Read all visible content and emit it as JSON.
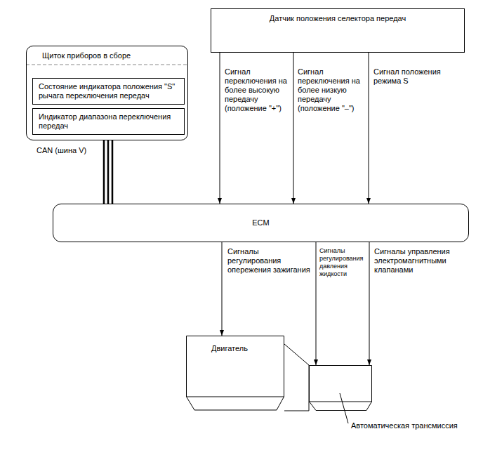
{
  "diagram": {
    "nodes": [
      {
        "text": [
          "Датчик положения селектора передач"
        ]
      },
      {
        "text": [
          "Щиток приборов в сборе"
        ]
      },
      {
        "text": [
          "Состояние индикатора положения \"S\" рычага переключения передач"
        ],
        "in": 1
      },
      {
        "text": [
          "Индикатор диапазона переключения передач"
        ],
        "in": 1
      },
      {
        "text": [
          "ECM"
        ]
      },
      {
        "text": [
          "Двигатель"
        ]
      },
      {
        "text": [
          "Автоматическая трансмиссия"
        ]
      }
    ],
    "edges": [
      {
        "from": 0,
        "to": 4,
        "arrow": "to",
        "label": "Сигнал переключения на более высокую передачу (положение \"+\")"
      },
      {
        "from": 0,
        "to": 4,
        "arrow": "to",
        "label": "Сигнал переключения на более низкую передачу (положение \"–\")"
      },
      {
        "from": 0,
        "to": 4,
        "arrow": "to",
        "label": "Сигнал положения режима S"
      },
      {
        "from": 1,
        "to": 4,
        "arrow": "none",
        "label": "CAN (шина V)"
      },
      {
        "from": 4,
        "to": 5,
        "arrow": "to",
        "label": "Сигналы регулирования опережения зажигания"
      },
      {
        "from": 4,
        "to": 6,
        "arrow": "to",
        "label": "Сигналы регулирования давления жидкости"
      },
      {
        "from": 4,
        "to": 6,
        "arrow": "to",
        "label": "Сигналы управления электромагнитными клапанами"
      }
    ]
  }
}
